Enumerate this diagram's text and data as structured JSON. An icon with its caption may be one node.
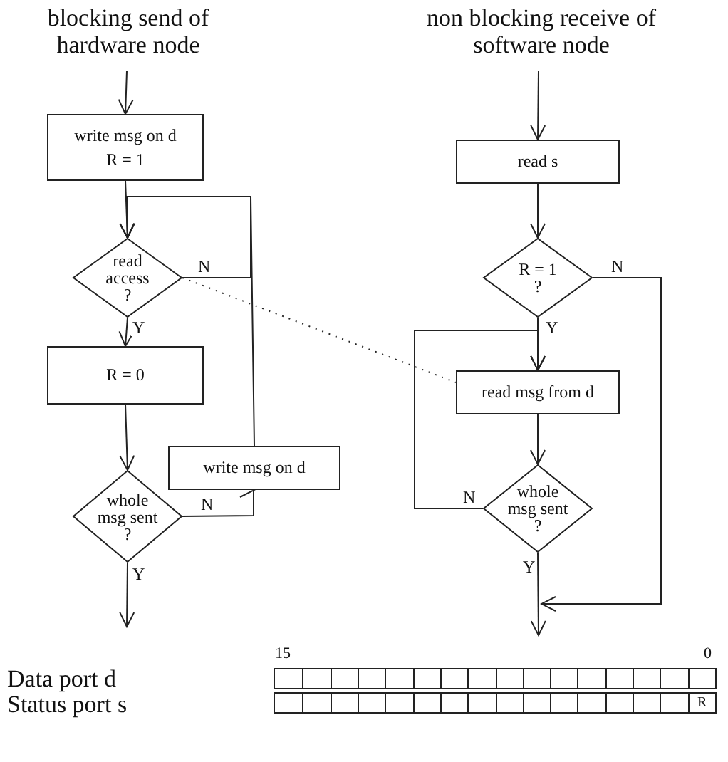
{
  "diagram": {
    "nodes": [
      {
        "text": [
          "write msg on d",
          "R = 1"
        ]
      },
      {
        "text": [
          "read access",
          "?"
        ]
      },
      {
        "text": [
          "R = 0"
        ]
      },
      {
        "text": [
          "whole msg sent",
          "?"
        ]
      },
      {
        "text": [
          "write msg on d"
        ]
      },
      {
        "text": [
          "read s"
        ]
      },
      {
        "text": [
          "R = 1",
          "?"
        ]
      },
      {
        "text": [
          "read msg from d"
        ]
      },
      {
        "text": [
          "whole msg sent",
          "?"
        ]
      }
    ],
    "edges": [
      {
        "from": null,
        "to": 0,
        "arrow": "to"
      },
      {
        "from": 0,
        "to": 1,
        "arrow": "to"
      },
      {
        "from": 1,
        "to": 2,
        "arrow": "to",
        "label": "Y"
      },
      {
        "from": 1,
        "to": 1,
        "arrow": "to",
        "label": "N"
      },
      {
        "from": 4,
        "to": 1,
        "arrow": "to"
      },
      {
        "from": 2,
        "to": 3,
        "arrow": "to"
      },
      {
        "from": 3,
        "to": 4,
        "arrow": "to",
        "label": "N"
      },
      {
        "from": 3,
        "to": null,
        "arrow": "to",
        "label": "Y"
      },
      {
        "from": null,
        "to": 5,
        "arrow": "to"
      },
      {
        "from": 5,
        "to": 6,
        "arrow": "to"
      },
      {
        "from": 6,
        "to": 7,
        "arrow": "to",
        "label": "Y"
      },
      {
        "from": 6,
        "to": null,
        "arrow": "to",
        "label": "N"
      },
      {
        "from": 7,
        "to": 8,
        "arrow": "to"
      },
      {
        "from": 8,
        "to": 7,
        "arrow": "to",
        "label": "N"
      },
      {
        "from": 8,
        "to": null,
        "arrow": "to",
        "label": "Y"
      },
      {
        "from": 1,
        "to": 7,
        "arrow": "none",
        "style": "dashed"
      }
    ],
    "labels": [
      "blocking send of hardware node",
      "non blocking receive of software node",
      "15",
      "0",
      "Data port d",
      "Status port s",
      "R"
    ]
  }
}
